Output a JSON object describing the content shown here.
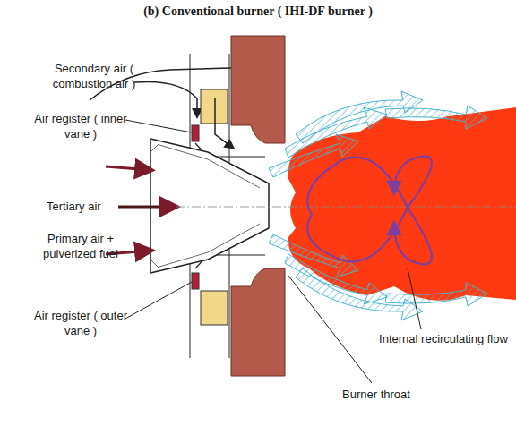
{
  "diagram": {
    "title": "(b) Conventional burner ( IHI-DF burner )",
    "labels": [
      "Secondary air ( combustion air )",
      "Air register ( inner vane )",
      "Tertiary air",
      "Primary air + pulverized fuel",
      "Air register ( outer vane )",
      "Internal recirculating flow",
      "Burner throat"
    ]
  }
}
